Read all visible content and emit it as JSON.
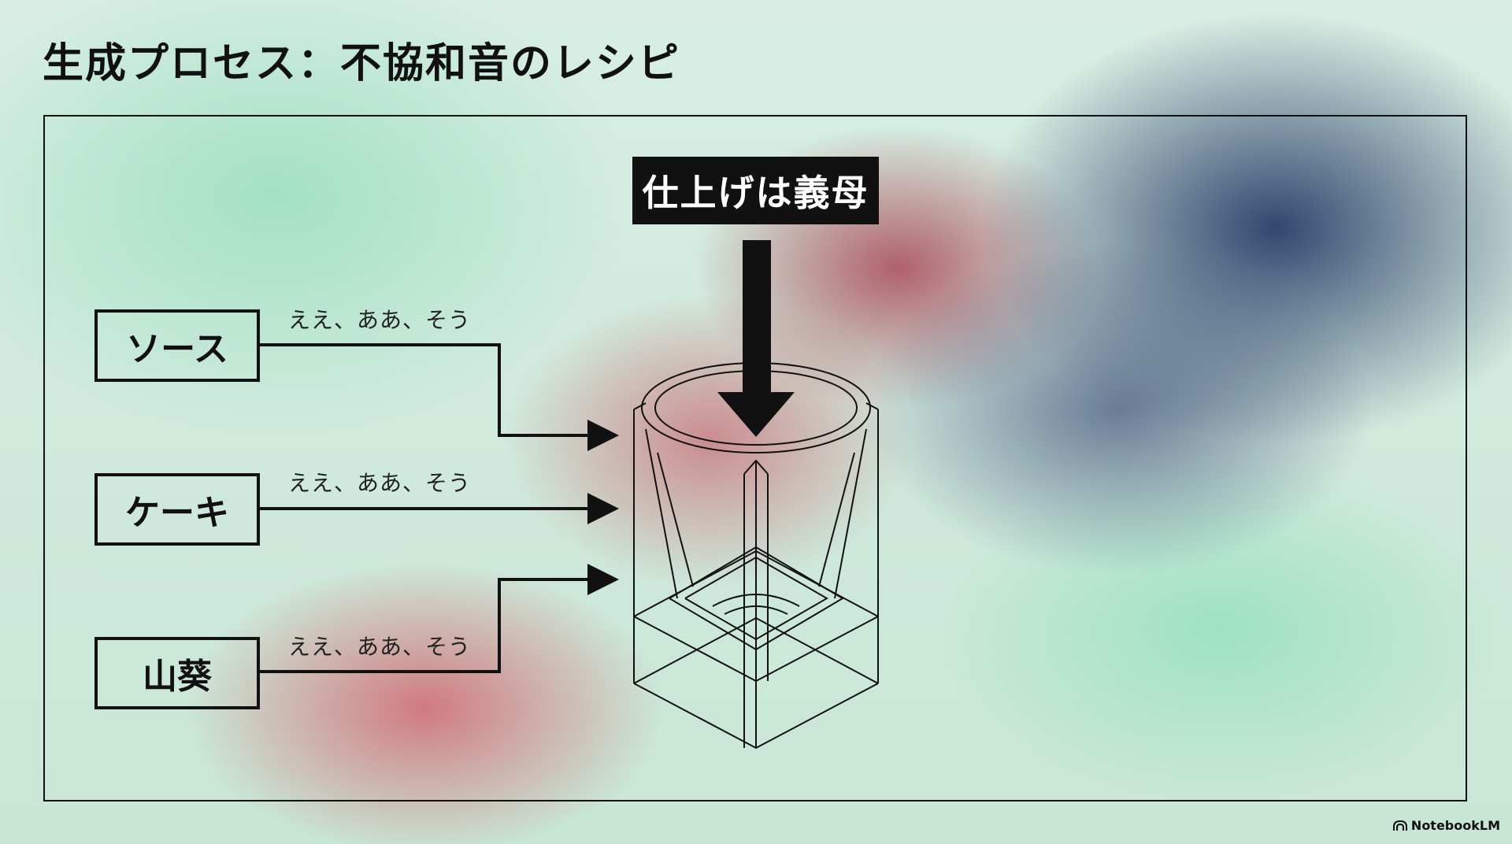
{
  "slide": {
    "title": "生成プロセス：不協和音のレシピ",
    "finish_label": "仕上げは義母",
    "sources": [
      {
        "label": "ソース",
        "annotation": "ええ、ああ、そう"
      },
      {
        "label": "ケーキ",
        "annotation": "ええ、ああ、そう"
      },
      {
        "label": "山葵",
        "annotation": "ええ、ああ、そう"
      }
    ]
  },
  "brand": {
    "name": "NotebookLM",
    "icon": "notebooklm-logo-icon"
  },
  "colors": {
    "ink": "#111111",
    "mint": "#c8e6d6",
    "rose": "#c85a68",
    "navy": "#2a3e69"
  }
}
